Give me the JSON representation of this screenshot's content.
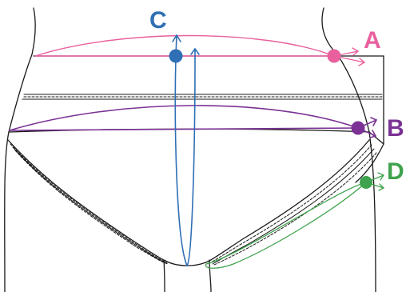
{
  "colors": {
    "outline": "#1a1a1a",
    "A": "#e8609e",
    "B": "#7b3294",
    "C": "#2f6fb5",
    "D": "#3fa34d"
  },
  "labels": {
    "A": "A",
    "B": "B",
    "C": "C",
    "D": "D"
  },
  "icons": {
    "markers": [
      "dot-marker",
      "arrow-marker"
    ]
  }
}
